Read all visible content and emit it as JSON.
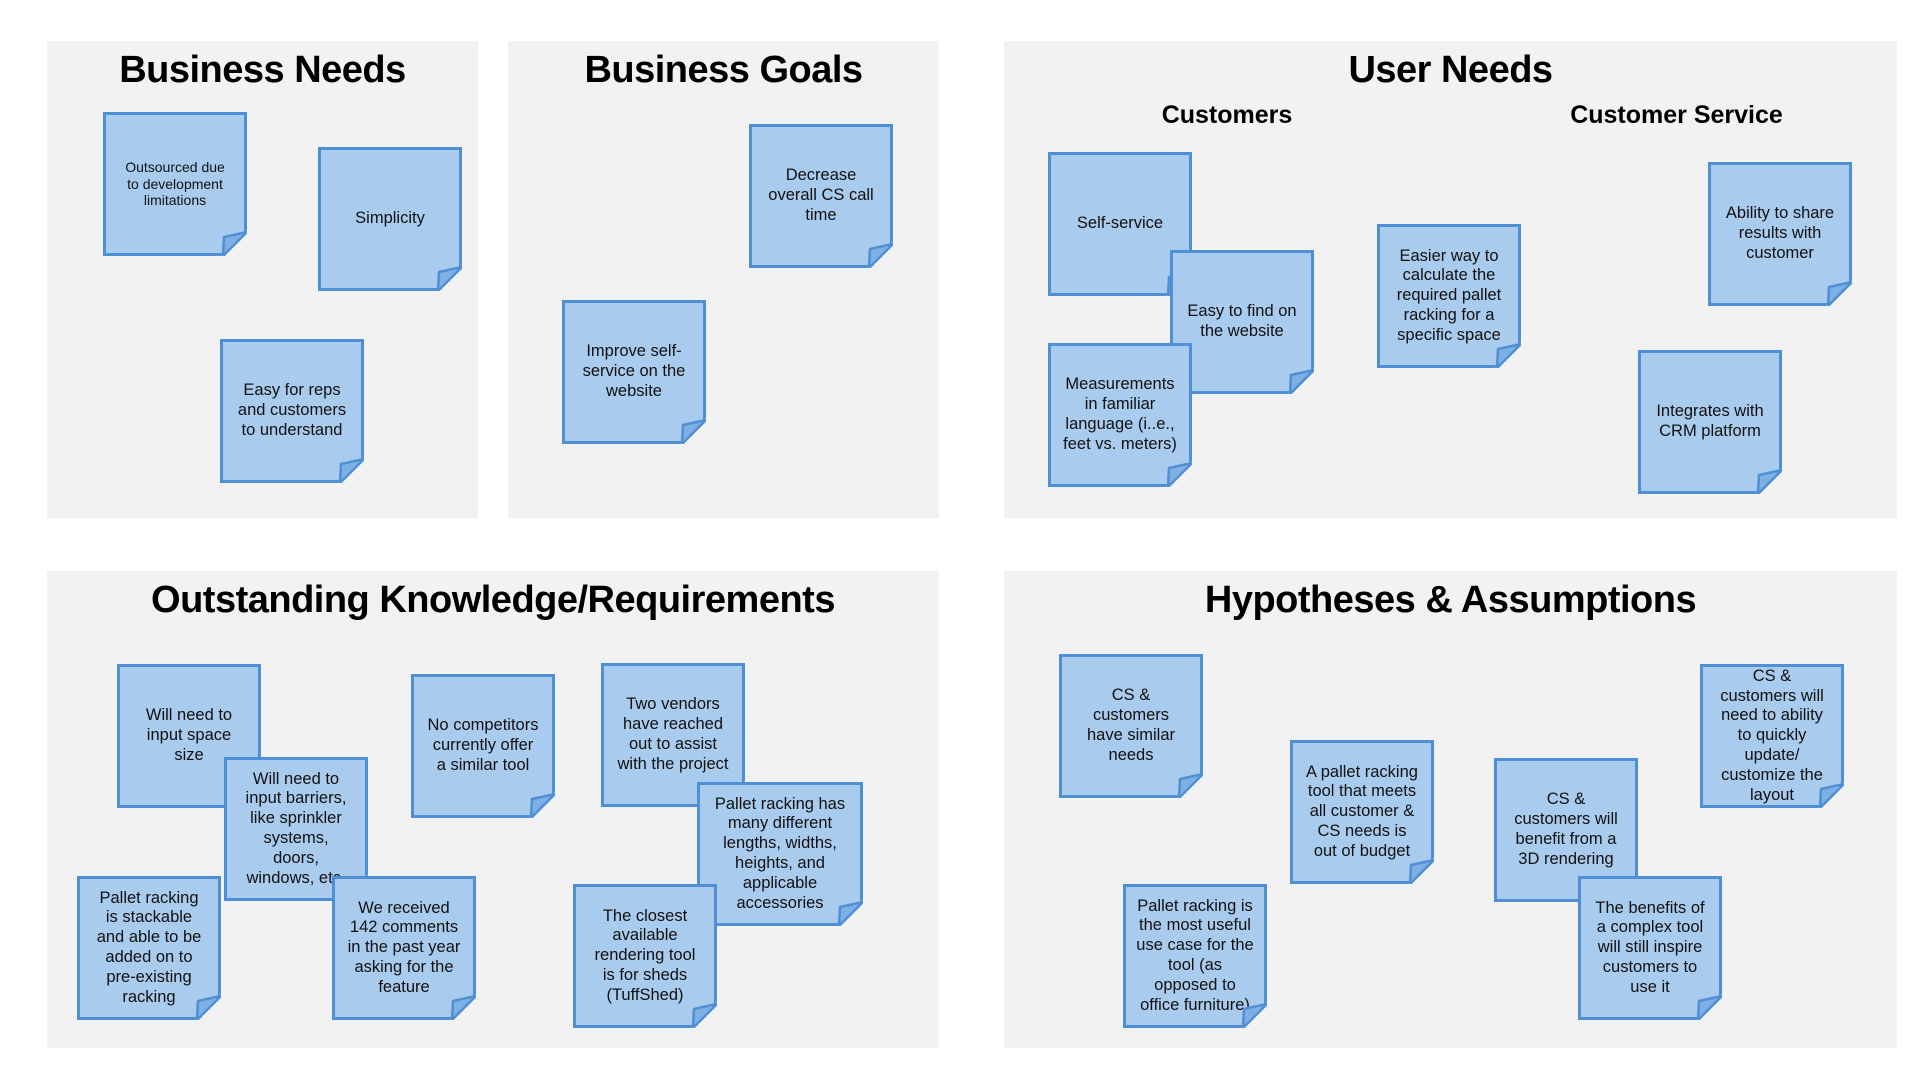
{
  "colors": {
    "panel_bg": "#f2f2f2",
    "note_fill": "#a9cbed",
    "note_border": "#4f8fd6"
  },
  "panels": {
    "business_needs": {
      "title": "Business Needs",
      "notes": [
        "Outsourced due to development limitations",
        "Simplicity",
        "Easy for reps and customers to understand"
      ]
    },
    "business_goals": {
      "title": "Business Goals",
      "notes": [
        "Decrease overall CS call time",
        "Improve self-service on the website"
      ]
    },
    "user_needs": {
      "title": "User Needs",
      "customers_label": "Customers",
      "cs_label": "Customer Service",
      "customers_notes": [
        "Self-service",
        "Easy to find on the website",
        "Measurements in familiar language (i..e., feet vs. meters)"
      ],
      "cs_notes": [
        "Easier way to calculate the required pallet racking for a specific space",
        "Ability to share results with customer",
        "Integrates with CRM platform"
      ]
    },
    "outstanding": {
      "title": "Outstanding Knowledge/Requirements",
      "notes": [
        "Will need to input space size",
        "No competitors currently offer a similar tool",
        "Two vendors have reached out to assist with the project",
        "Will need to input barriers, like sprinkler systems, doors, windows, etc.",
        "Pallet racking has many different lengths, widths, heights, and applicable accessories",
        "Pallet racking is stackable and able to be added on to pre-existing racking",
        "We received 142 comments in the past year asking for the feature",
        "The closest available rendering tool is for sheds (TuffShed)"
      ]
    },
    "hypotheses": {
      "title": "Hypotheses & Assumptions",
      "notes": [
        "CS & customers have similar needs",
        "CS & customers will need to ability to quickly update/ customize the layout",
        "A pallet racking tool that meets all customer & CS needs is out of budget",
        "CS & customers will benefit from a 3D rendering",
        "Pallet racking is the most useful use case for the tool (as opposed to office furniture)",
        "The benefits of a complex tool will still inspire customers to use it"
      ]
    }
  }
}
